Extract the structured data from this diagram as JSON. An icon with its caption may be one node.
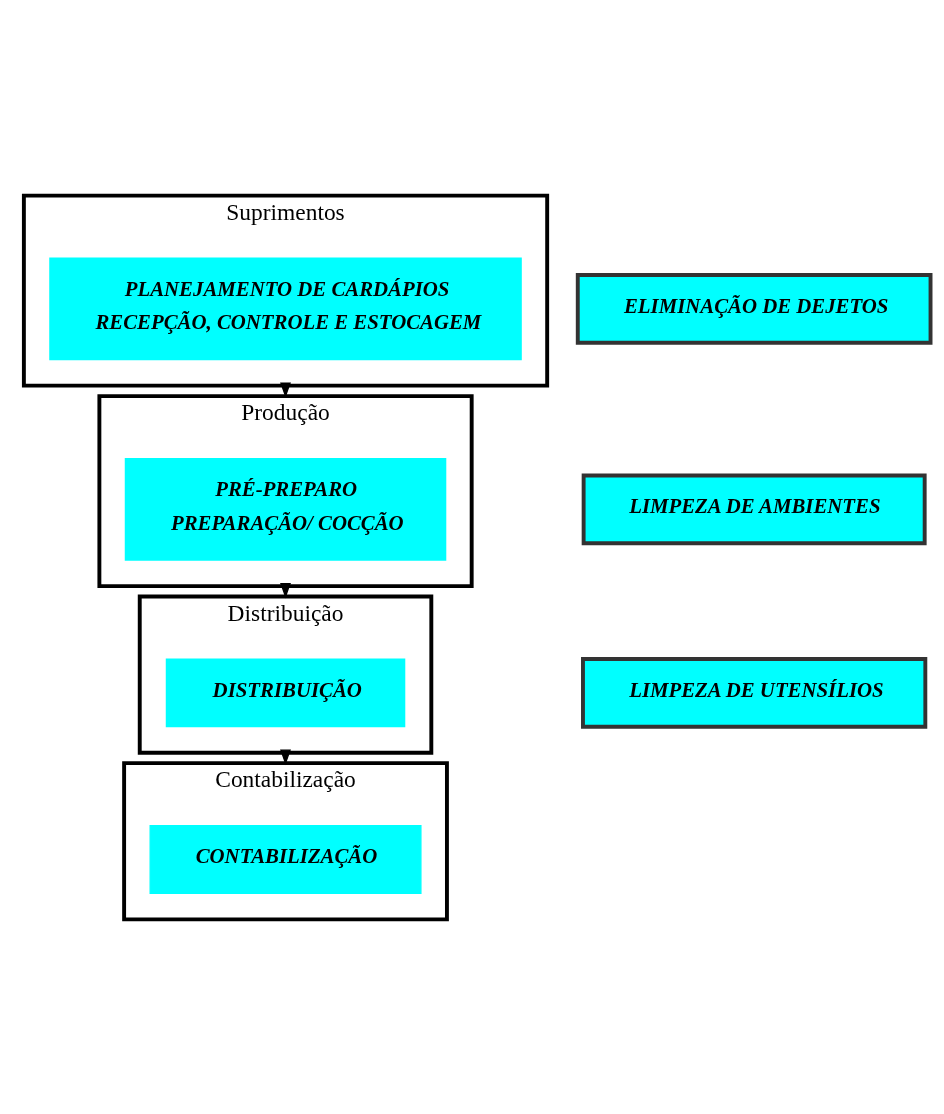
{
  "diagram": {
    "nodes": [
      {
        "text": [
          "Suprimentos"
        ]
      },
      {
        "text": [
          "PLANEJAMENTO DE CARDÁPIOS",
          "RECEPÇÃO, CONTROLE E ESTOCAGEM"
        ],
        "in": 0
      },
      {
        "text": [
          "Produção"
        ]
      },
      {
        "text": [
          "PRÉ-PREPARO",
          "PREPARAÇÃO/ COCÇÃO"
        ],
        "in": 2
      },
      {
        "text": [
          "Distribuição"
        ]
      },
      {
        "text": [
          "DISTRIBUIÇÃO"
        ],
        "in": 4
      },
      {
        "text": [
          "Contabilização"
        ]
      },
      {
        "text": [
          "CONTABILIZAÇÃO"
        ],
        "in": 6
      },
      {
        "text": [
          "ELIMINAÇÃO DE DEJETOS"
        ]
      },
      {
        "text": [
          "LIMPEZA DE AMBIENTES"
        ]
      },
      {
        "text": [
          "LIMPEZA DE UTENSÍLIOS"
        ]
      }
    ],
    "edges": [
      {
        "from": 0,
        "to": 2,
        "arrow": "to"
      },
      {
        "from": 2,
        "to": 4,
        "arrow": "to"
      },
      {
        "from": 4,
        "to": 6,
        "arrow": "to"
      }
    ]
  }
}
